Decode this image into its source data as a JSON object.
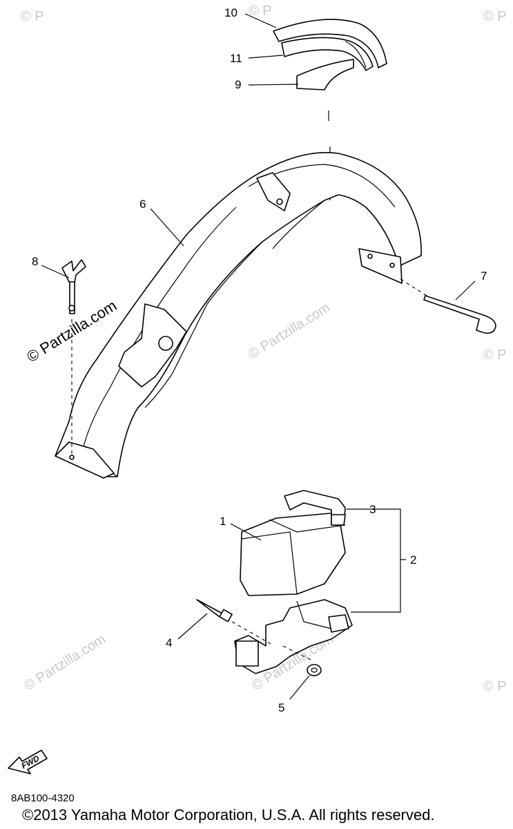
{
  "callouts": {
    "c1": "1",
    "c2": "2",
    "c3": "3",
    "c4": "4",
    "c5": "5",
    "c6": "6",
    "c7": "7",
    "c8": "8",
    "c9": "9",
    "c10": "10",
    "c11": "11"
  },
  "watermark": {
    "large": "© Partzilla.com",
    "small": "© Partzilla.com",
    "corner": "© P"
  },
  "fwd_label": "FWD",
  "diagram_code": "8AB100-4320",
  "copyright": "©2013 Yamaha Motor Corporation, U.S.A. All rights reserved."
}
